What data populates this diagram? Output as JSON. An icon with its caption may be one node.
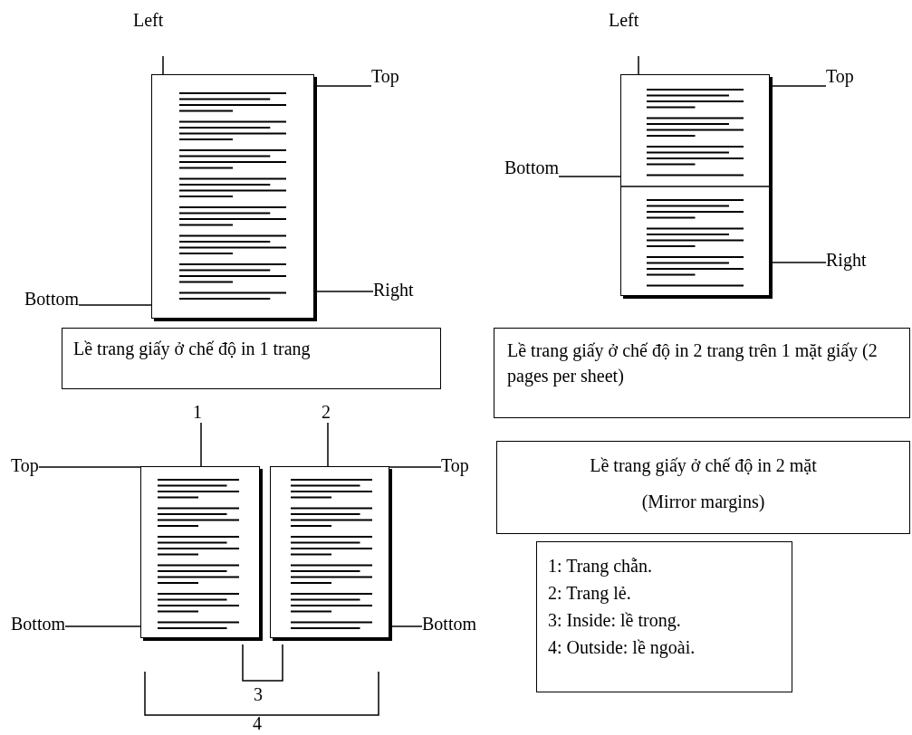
{
  "diagram": {
    "nodes": [
      {
        "text": [
          "Top"
        ]
      },
      {
        "text": [],
        "shape": "box"
      },
      {
        "text": [
          "Bottom"
        ]
      },
      {
        "text": [
          "Right"
        ]
      },
      {
        "text": [
          "Lề trang giấy ở chế độ in 1 trang"
        ]
      },
      {
        "text": [
          "Top"
        ]
      },
      {
        "text": [
          "Bottom"
        ]
      },
      {
        "text": [],
        "shape": "box"
      },
      {
        "text": [
          "Right"
        ]
      },
      {
        "text": [
          "Lề trang giấy ở chế độ in 2 trang trên 1 mặt giấy (2 pages per sheet)"
        ]
      },
      {
        "text": [
          "1"
        ]
      },
      {
        "text": [
          "2"
        ]
      },
      {
        "text": [
          "Top"
        ]
      },
      {
        "text": [],
        "shape": "box"
      },
      {
        "text": [],
        "shape": "box"
      },
      {
        "text": [
          "Top"
        ]
      },
      {
        "text": [
          "Bottom"
        ]
      },
      {
        "text": [
          "Bottom"
        ]
      },
      {
        "text": [
          "Lề trang giấy ở chế độ in 2 mặt",
          "(Mirror margins)"
        ]
      },
      {
        "text": [
          "1: Trang chẵn.",
          "2: Trang lẻ.",
          "3: Inside: lề trong.",
          "4: Outside: lề ngoài."
        ]
      }
    ],
    "edges": [
      {
        "from": 0,
        "to": 1,
        "arrow": "none"
      },
      {
        "from": 2,
        "to": 1,
        "arrow": "none"
      },
      {
        "from": 3,
        "to": 1,
        "arrow": "none"
      },
      {
        "from": 5,
        "to": 7,
        "arrow": "none"
      },
      {
        "from": 6,
        "to": 7,
        "arrow": "none"
      },
      {
        "from": 8,
        "to": 7,
        "arrow": "none"
      },
      {
        "from": 10,
        "to": 13,
        "arrow": "none"
      },
      {
        "from": 11,
        "to": 14,
        "arrow": "none"
      },
      {
        "from": 12,
        "to": 13,
        "arrow": "none"
      },
      {
        "from": 15,
        "to": 14,
        "arrow": "none"
      },
      {
        "from": 16,
        "to": 13,
        "arrow": "none"
      },
      {
        "from": 17,
        "to": 14,
        "arrow": "none"
      }
    ],
    "labels": [
      "Left",
      "Left",
      "3",
      "4"
    ]
  }
}
